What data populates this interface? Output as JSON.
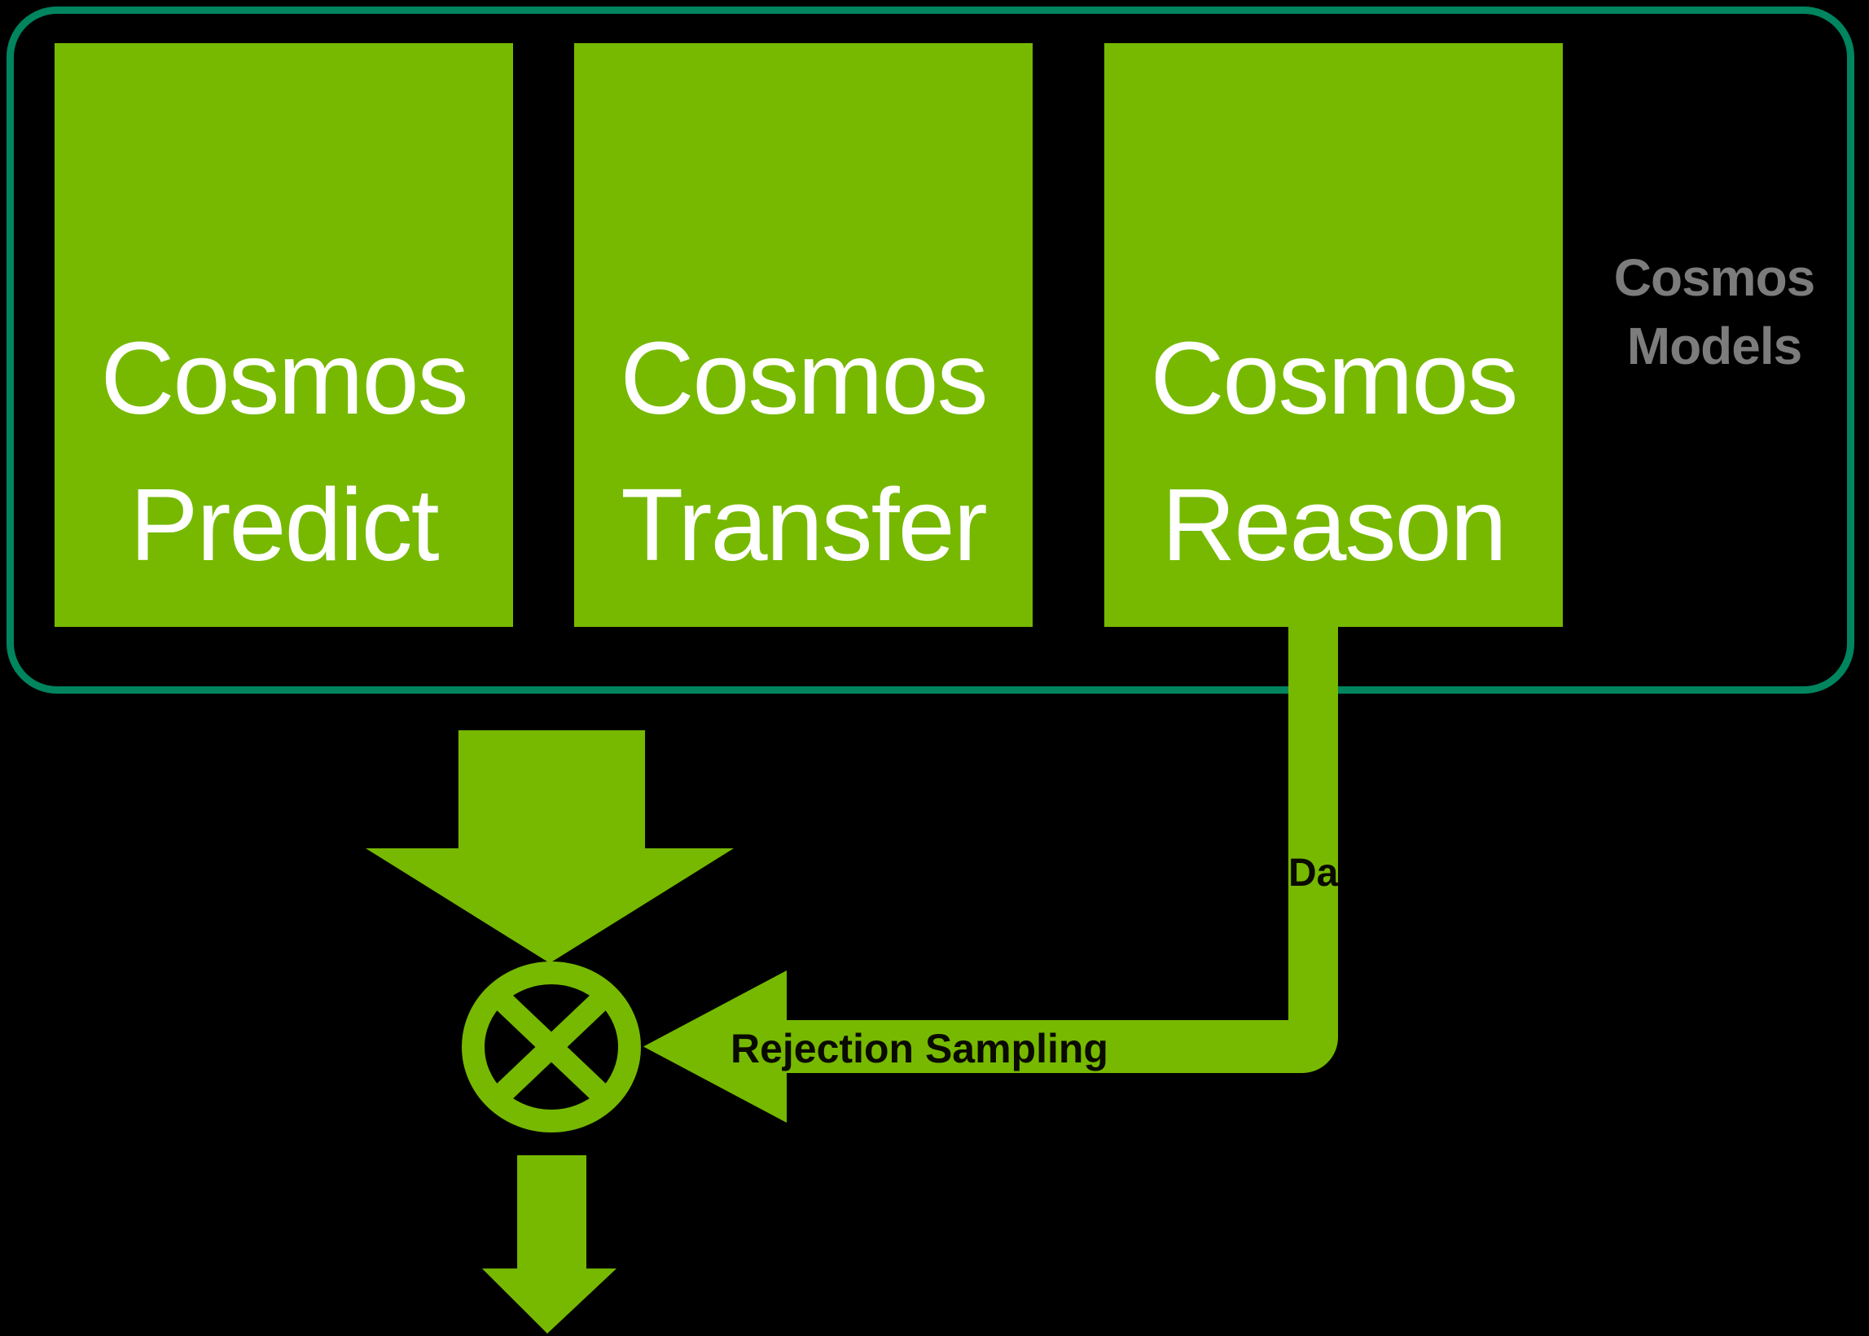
{
  "palette": {
    "green": "#76b900",
    "teal": "#00855f",
    "gray_text": "#7c7c7c",
    "white_text": "#ffffff",
    "label_text": "#0a0a00",
    "background": "#000000"
  },
  "models_group": {
    "group_label": {
      "line1": "Cosmos",
      "line2": "Models"
    },
    "boxes": [
      {
        "line1": "Cosmos",
        "line2": "Predict"
      },
      {
        "line1": "Cosmos",
        "line2": "Transfer"
      },
      {
        "line1": "Cosmos",
        "line2": "Reason"
      }
    ]
  },
  "flow": {
    "data_line_label": "Dat",
    "rejection_label": "Rejection Sampling"
  }
}
